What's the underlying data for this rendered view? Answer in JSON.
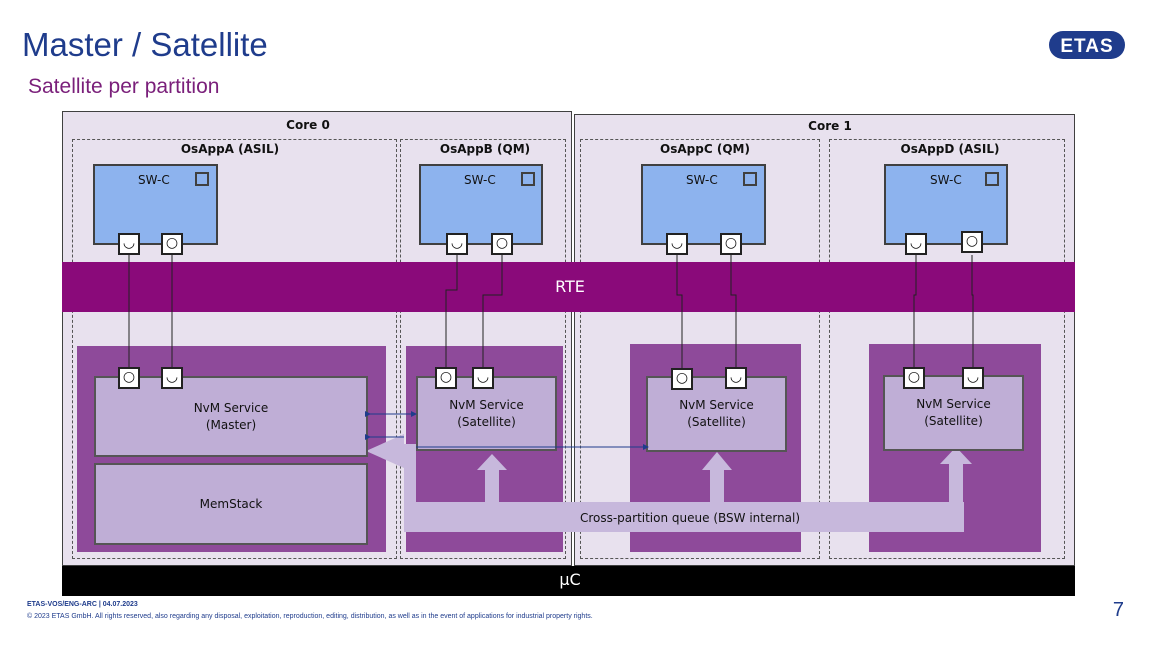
{
  "header": {
    "title": "Master / Satellite",
    "subtitle": "Satellite per partition",
    "logo_text": "ETAS"
  },
  "diagram": {
    "cores": [
      {
        "label": "Core 0"
      },
      {
        "label": "Core 1"
      }
    ],
    "os_apps": [
      {
        "label": "OsAppA (ASIL)",
        "swc_label": "SW-C",
        "service_line1": "NvM Service",
        "service_line2": "(Master)"
      },
      {
        "label": "OsAppB (QM)",
        "swc_label": "SW-C",
        "service_line1": "NvM Service",
        "service_line2": "(Satellite)"
      },
      {
        "label": "OsAppC (QM)",
        "swc_label": "SW-C",
        "service_line1": "NvM Service",
        "service_line2": "(Satellite)"
      },
      {
        "label": "OsAppD (ASIL)",
        "swc_label": "SW-C",
        "service_line1": "NvM Service",
        "service_line2": "(Satellite)"
      }
    ],
    "rte_label": "RTE",
    "memstack_label": "MemStack",
    "queue_label": "Cross-partition queue (BSW internal)",
    "uc_label": "μC",
    "port_symbols": {
      "required": "◡",
      "provided": "○"
    },
    "colors": {
      "swc": "#8db3ee",
      "rte": "#8a0a7a",
      "bsw_partition": "#8e4a9a",
      "service": "#bfaed6",
      "core_background": "#e8e1ee",
      "microcontroller": "#000000",
      "title": "#1f3c8c",
      "subtitle": "#7a1f7a"
    }
  },
  "footer": {
    "doc_id": "ETAS-VOS/ENG-ARC",
    "date": "04.07.2023",
    "separator": "|",
    "copyright": "© 2023 ETAS GmbH. All rights reserved, also regarding any disposal, exploitation, reproduction, editing, distribution, as well as in the event of applications for industrial property rights.",
    "page_number": "7"
  }
}
